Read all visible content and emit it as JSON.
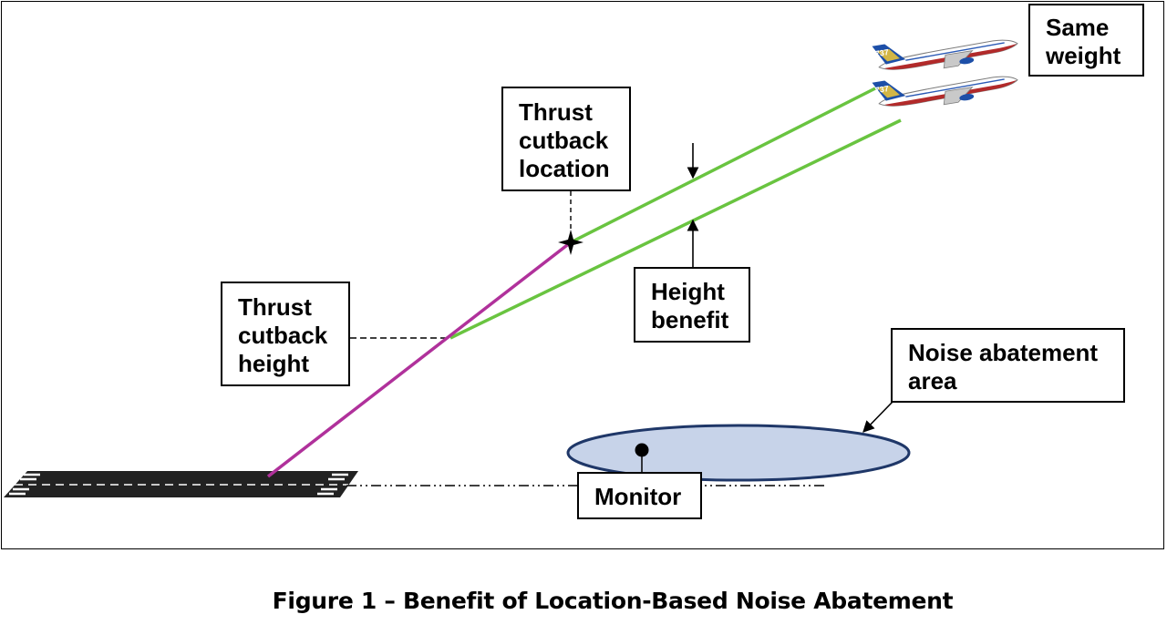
{
  "labels": {
    "same_weight": "Same\nweight",
    "thrust_cutback_location": "Thrust\ncutback\nlocation",
    "thrust_cutback_height": "Thrust\ncutback\nheight",
    "height_benefit": "Height\nbenefit",
    "noise_abatement_area": "Noise abatement\narea",
    "monitor": "Monitor"
  },
  "aircraft_livery": "737",
  "caption": "Figure 1 – Benefit of Location-Based Noise Abatement",
  "colors": {
    "standard_climb": "#b0319b",
    "cutback_climb": "#69c440",
    "noise_area_fill": "#c7d3e9",
    "noise_area_stroke": "#1f3768",
    "runway": "#222222",
    "aircraft_livery": "#1d4fa8"
  },
  "icons": {
    "aircraft": "boeing-737-aircraft-icon",
    "monitor": "noise-monitor-dot-icon",
    "cutback": "cutback-star-marker-icon",
    "runway": "runway-icon"
  }
}
